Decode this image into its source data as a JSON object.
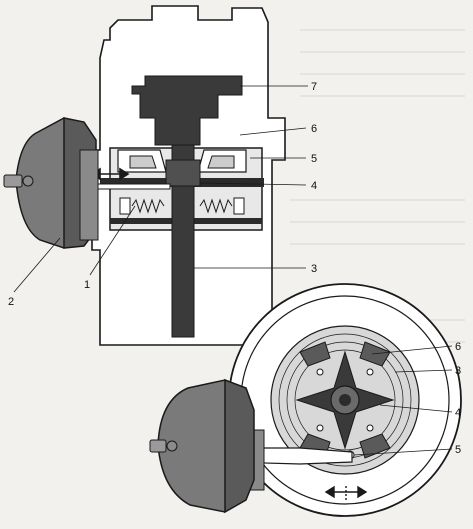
{
  "diagram": {
    "top_view_labels": [
      "7",
      "6",
      "5",
      "4",
      "3",
      "1",
      "2"
    ],
    "bottom_view_labels": [
      "6",
      "3",
      "4",
      "5"
    ]
  },
  "colors": {
    "background": "#f2f1ee",
    "outline": "#1a1a1a",
    "housing_fill": "#ffffff",
    "dark_part": "#3a3a3a",
    "diaphragm_body": "#7a7a7a",
    "diaphragm_shade": "#5a5a5a"
  }
}
